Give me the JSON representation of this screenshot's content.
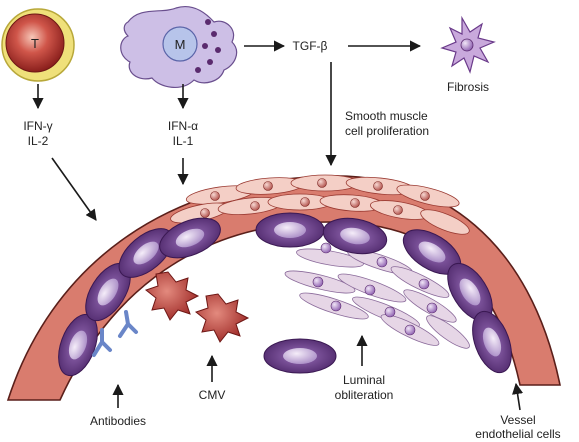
{
  "labels": {
    "t_cell": "T",
    "macrophage": "M",
    "tgf_beta": "TGF-β",
    "fibrosis": "Fibrosis",
    "ifn_gamma": "IFN-γ",
    "il_2": "IL-2",
    "ifn_alpha": "IFN-α",
    "il_1": "IL-1",
    "smooth_muscle_line1": "Smooth muscle",
    "smooth_muscle_line2": "cell proliferation",
    "antibodies": "Antibodies",
    "cmv": "CMV",
    "luminal_line1": "Luminal",
    "luminal_line2": "obliteration",
    "vessel_line1": "Vessel",
    "vessel_line2": "endothelial cells"
  },
  "colors": {
    "vessel_wall": "#d97c6e",
    "vessel_outline": "#5a1f1a",
    "smooth_muscle": "#f4cfc6",
    "smooth_muscle_nucleus": "#c9706a",
    "endothelial_dark": "#6a3a8a",
    "endothelial_light": "#d9c7e8",
    "proliferating_cell": "#e6d6e6",
    "proliferating_nucleus": "#a07ab8",
    "t_cell_outer": "#f0e07a",
    "t_cell_inner": "#b0302a",
    "macrophage": "#cdbfe6",
    "cmv": "#b53d3a",
    "antibody": "#6a86c8",
    "fibrosis_cell": "#c9a9dc"
  }
}
